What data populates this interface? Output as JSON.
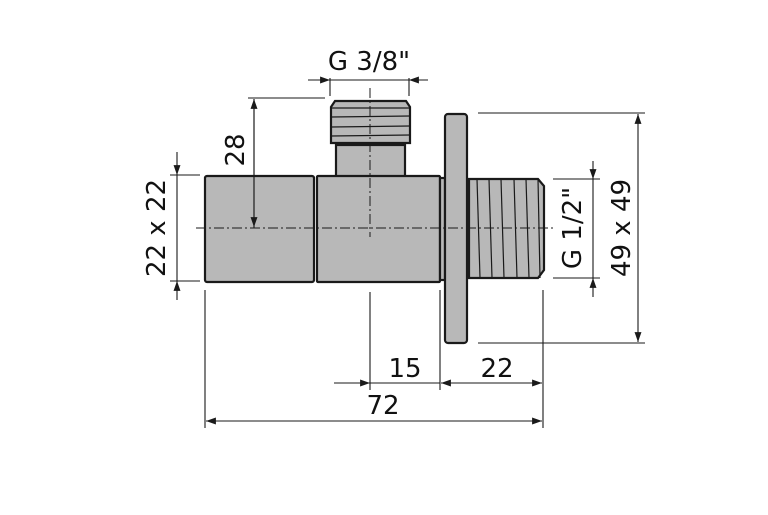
{
  "drawing": {
    "title": "Angle valve dimensional drawing",
    "colors": {
      "part_fill": "#b8b8b8",
      "line": "#1a1a1a",
      "background": "#ffffff"
    },
    "dimensions": {
      "inlet_thread": "G 3/8\"",
      "height_to_center": "28",
      "body_section": "22 x 22",
      "outlet_thread": "G 1/2\"",
      "rosette_size": "49 x 49",
      "center_to_rosette": "15",
      "thread_length": "22",
      "overall_length": "72"
    }
  }
}
